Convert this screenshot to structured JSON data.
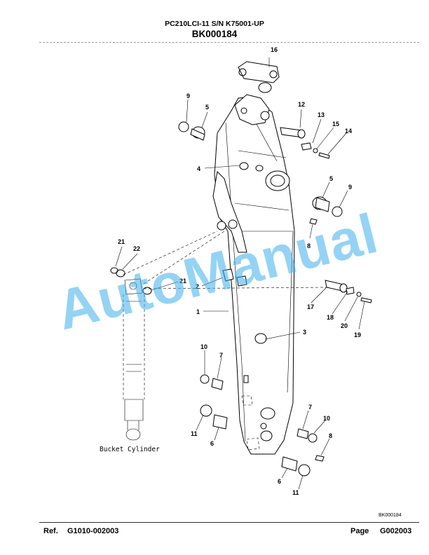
{
  "header": {
    "model": "PC210LCI-11 S/N K75001-UP",
    "group_code": "BK000184"
  },
  "figure": {
    "id_label": "BK000184",
    "bucket_label": "Bucket Cylinder",
    "watermark": "AutoManual",
    "callouts": [
      "16",
      "9",
      "5",
      "12",
      "13",
      "15",
      "14",
      "4",
      "5",
      "9",
      "8",
      "21",
      "22",
      "21",
      "2",
      "17",
      "18",
      "20",
      "19",
      "1",
      "3",
      "10",
      "7",
      "7",
      "10",
      "8",
      "11",
      "6",
      "6",
      "11"
    ]
  },
  "footer": {
    "ref_label": "Ref.",
    "ref_value": "G1010-002003",
    "page_label": "Page",
    "page_value": "G002003"
  }
}
